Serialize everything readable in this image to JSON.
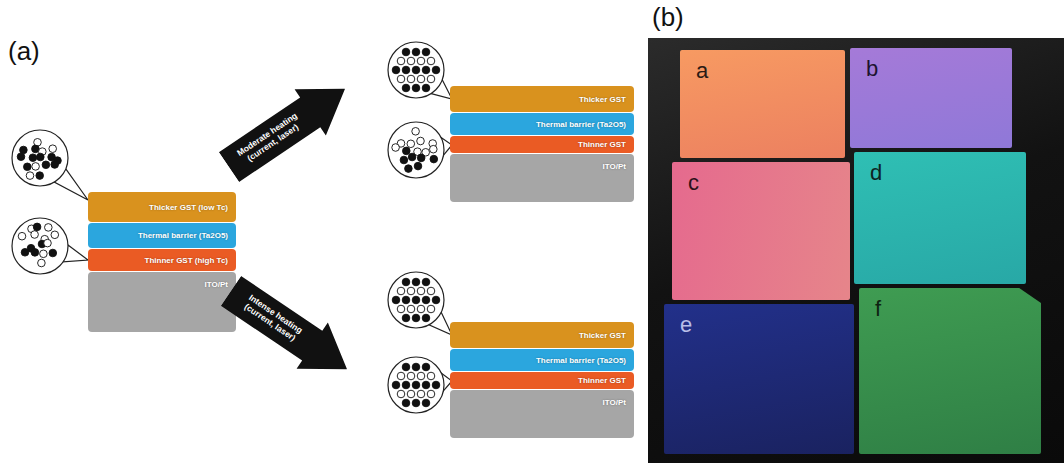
{
  "diagram": {
    "nodes": [
      {
        "text": [
          "Thicker GST (low Tc)"
        ]
      },
      {
        "text": [
          "Thermal barrier (Ta2O5)"
        ]
      },
      {
        "text": [
          "Thinner GST (high Tc)"
        ]
      },
      {
        "text": [
          "ITO/Pt"
        ]
      },
      {
        "text": [
          "Moderate heating (current, laser)"
        ]
      },
      {
        "text": [
          "Thicker GST"
        ]
      },
      {
        "text": [
          "Thermal barrier (Ta2O5)"
        ]
      },
      {
        "text": [
          "Thinner GST"
        ]
      },
      {
        "text": [
          "ITO/Pt"
        ]
      },
      {
        "text": [
          "Intense heating (current, laser)"
        ]
      },
      {
        "text": [
          "Thicker GST"
        ]
      },
      {
        "text": [
          "Thermal barrier (Ta2O5)"
        ]
      },
      {
        "text": [
          "Thinner GST"
        ]
      },
      {
        "text": [
          "ITO/Pt"
        ]
      },
      {
        "text": [
          "a"
        ]
      },
      {
        "text": [
          "b"
        ]
      },
      {
        "text": [
          "c"
        ]
      },
      {
        "text": [
          "d"
        ]
      },
      {
        "text": [
          "e"
        ]
      },
      {
        "text": [
          "f"
        ]
      }
    ],
    "labels": [
      "(a)",
      "(b)"
    ]
  }
}
